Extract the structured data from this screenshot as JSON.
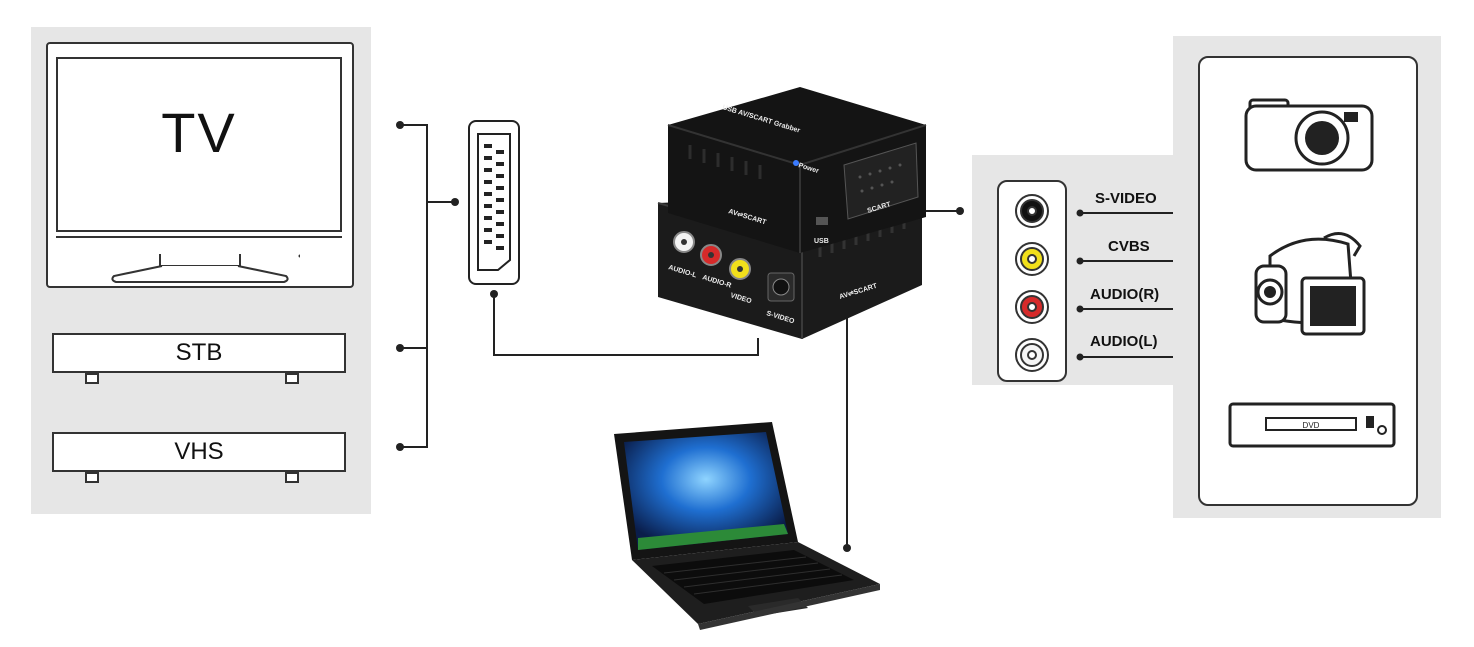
{
  "left_panel": {
    "tv_label": "TV",
    "stb_label": "STB",
    "vhs_label": "VHS"
  },
  "grabber": {
    "top_title": "USB AV/SCART Grabber",
    "power_label": "Power",
    "av_scart_label": "AV⇌SCART",
    "usb_label": "USB",
    "scart_label": "SCART",
    "audio_l_label": "AUDIO-L",
    "audio_r_label": "AUDIO-R",
    "video_label": "VIDEO",
    "svideo_label": "S-VIDEO",
    "av_scart_side_label": "AV⇌SCART"
  },
  "rca_panel": {
    "items": [
      {
        "label": "S-VIDEO",
        "color": "#111111"
      },
      {
        "label": "CVBS",
        "color": "#f2e01b"
      },
      {
        "label": "AUDIO(R)",
        "color": "#d62a2a"
      },
      {
        "label": "AUDIO(L)",
        "color": "#f4f4f4"
      }
    ]
  },
  "devices": {
    "dvd_label": "DVD"
  },
  "colors": {
    "panel": "#e6e6e6",
    "line": "#222222",
    "device_dark": "#1b1b1b"
  }
}
